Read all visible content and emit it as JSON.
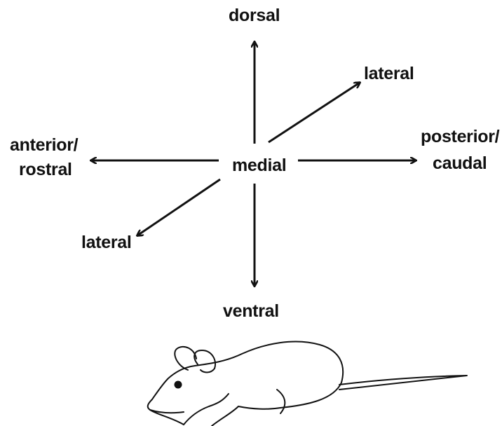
{
  "labels": {
    "dorsal": "dorsal",
    "ventral": "ventral",
    "medial": "medial",
    "lateral_upper": "lateral",
    "lateral_lower": "lateral",
    "anterior_line1": "anterior/",
    "anterior_line2": "rostral",
    "posterior_line1": "posterior/",
    "posterior_line2": "caudal"
  },
  "colors": {
    "ink": "#111111",
    "background": "#ffffff"
  },
  "icons": {
    "animal": "mouse-outline-icon"
  }
}
